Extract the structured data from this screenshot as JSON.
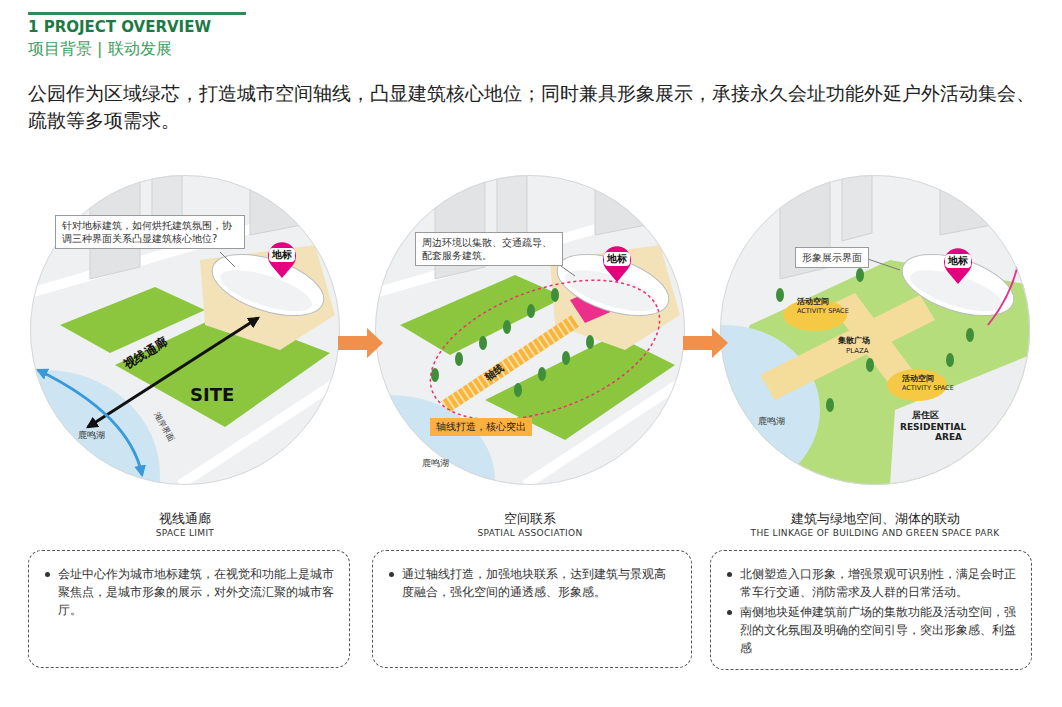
{
  "diagram": {
    "title": "公园作为区域绿芯，打造城市空间轴线，凸显建筑核心地位；同时兼具形象展示，承接永久会址功能外延户外活动集会、疏散等多项需求。",
    "nodes": [
      {
        "text": [
          "视线通廊",
          "SPACE LIMIT"
        ]
      },
      {
        "text": [
          "针对地标建筑，如何烘托建筑氛围，协调三种界面关系凸显建筑核心地位?"
        ],
        "in": 0
      },
      {
        "text": [
          "地标"
        ],
        "in": 0
      },
      {
        "text": [
          "空间联系",
          "SPATIAL ASSOCIATION"
        ]
      },
      {
        "text": [
          "周边环境以集散、交通疏导、配套服务建筑。"
        ],
        "in": 3
      },
      {
        "text": [
          "地标"
        ],
        "in": 3
      },
      {
        "text": [
          "轴线打造，核心突出"
        ],
        "in": 3
      },
      {
        "text": [
          "建筑与绿地空间、湖体的联动",
          "THE LINKAGE OF BUILDING AND GREEN SPACE PARK"
        ]
      },
      {
        "text": [
          "形象展示界面"
        ],
        "in": 7
      },
      {
        "text": [
          "地标"
        ],
        "in": 7
      },
      {
        "text": [
          "会址中心作为城市地标建筑，在视觉和功能上是城市聚焦点，是城市形象的展示，对外交流汇聚的城市客厅。"
        ]
      },
      {
        "text": [
          "通过轴线打造，加强地块联系，达到建筑与景观高度融合，强化空间的通透感、形象感。"
        ]
      },
      {
        "text": [
          "北侧塑造入口形象，增强景观可识别性，满足会时正常车行交通、消防需求及人群的日常活动。",
          "南侧地块延伸建筑前广场的集散功能及活动空间，强烈的文化氛围及明确的空间引导，突出形象感、利益感"
        ]
      }
    ],
    "edges": [
      {
        "from": 0,
        "to": 3,
        "arrow": "to"
      },
      {
        "from": 3,
        "to": 7,
        "arrow": "to"
      }
    ],
    "labels": [
      "1 PROJECT OVERVIEW",
      "项目背景 | 联动发展",
      "视线通廊",
      "SITE",
      "鹿鸣湖",
      "湖岸界面",
      "轴线",
      "鹿鸣湖",
      "活动空间",
      "ACTIVITY SPACE",
      "集散广场",
      "PLAZA",
      "活动空间",
      "ACTIVITY SPACE",
      "鹿鸣湖",
      "居住区",
      "RESIDENTIAL AREA"
    ]
  }
}
